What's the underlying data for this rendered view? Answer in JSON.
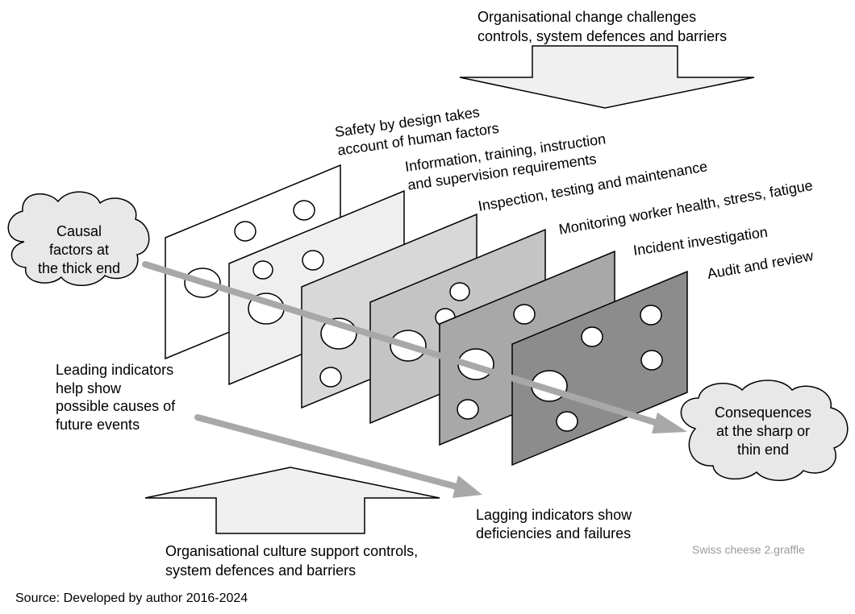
{
  "top_arrow": {
    "line1": "Organisational change challenges",
    "line2": "controls, system defences and barriers"
  },
  "bottom_arrow": {
    "line1": "Organisational culture support controls,",
    "line2": "system defences and barriers"
  },
  "layers": [
    {
      "line1": "Safety by design takes",
      "line2": "account of human factors",
      "color": "#ffffff"
    },
    {
      "line1": "Information, training, instruction",
      "line2": "and supervision requirements",
      "color": "#efefef"
    },
    {
      "line1": "Inspection, testing and maintenance",
      "line2": "",
      "color": "#d8d8d8"
    },
    {
      "line1": "Monitoring worker health, stress, fatigue",
      "line2": "",
      "color": "#c4c4c4"
    },
    {
      "line1": "Incident investigation",
      "line2": "",
      "color": "#a8a8a8"
    },
    {
      "line1": "Audit and review",
      "line2": "",
      "color": "#8c8c8c"
    }
  ],
  "causal_cloud": {
    "line1": "Causal",
    "line2": "factors at",
    "line3": "the thick end"
  },
  "consequence_cloud": {
    "line1": "Consequences",
    "line2": "at the sharp or",
    "line3": "thin end"
  },
  "leading": {
    "line1": "Leading indicators",
    "line2": "help show",
    "line3": "possible causes of",
    "line4": "future events"
  },
  "lagging": {
    "line1": "Lagging indicators show",
    "line2": "deficiencies and failures"
  },
  "file_label": "Swiss cheese 2.graffle",
  "source": "Source: Developed by author 2016-2024",
  "colors": {
    "arrow_gray": "#a8a8a8",
    "cloud_fill": "#e8e8e8",
    "block_arrow_fill": "#f0f0f0"
  }
}
